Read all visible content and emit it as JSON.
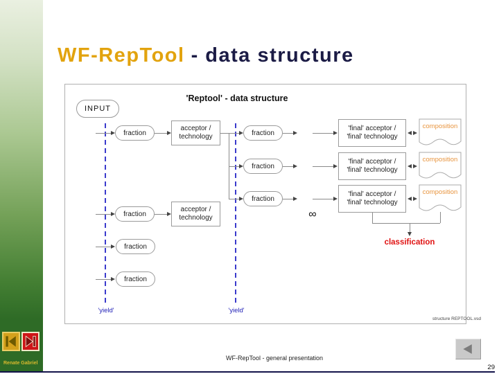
{
  "slide": {
    "title": {
      "accent": "WF-RepTool",
      "rest": "- data structure"
    },
    "author": "Renate Gabriel",
    "footer": "WF-RepTool - general presentation",
    "page_number": "29"
  },
  "nav": {
    "skip_back_icon": "skip-to-start",
    "skip_forward_icon": "skip-to-end",
    "back_icon": "back-arrow"
  },
  "diagram": {
    "title": "'Reptool' - data structure",
    "labels": {
      "input": "INPUT",
      "fraction": "fraction",
      "acceptor_line1": "acceptor /",
      "acceptor_line2": "technology",
      "final_line1": "'final' acceptor /",
      "final_line2": "'final' technology",
      "composition": "composition",
      "classification": "classification",
      "infinity": "∞",
      "yield": "'yield'",
      "file_ref": "structure REPTOOL.vsd"
    }
  },
  "colors": {
    "title_gold": "#E2A30E",
    "title_navy": "#1B1B45",
    "dashed_blue": "#3A3ACC",
    "yield_blue": "#2323B8",
    "composition_orange": "#E8953F",
    "classification_red": "#E01212",
    "sidebar_green": "#2E6B26"
  }
}
